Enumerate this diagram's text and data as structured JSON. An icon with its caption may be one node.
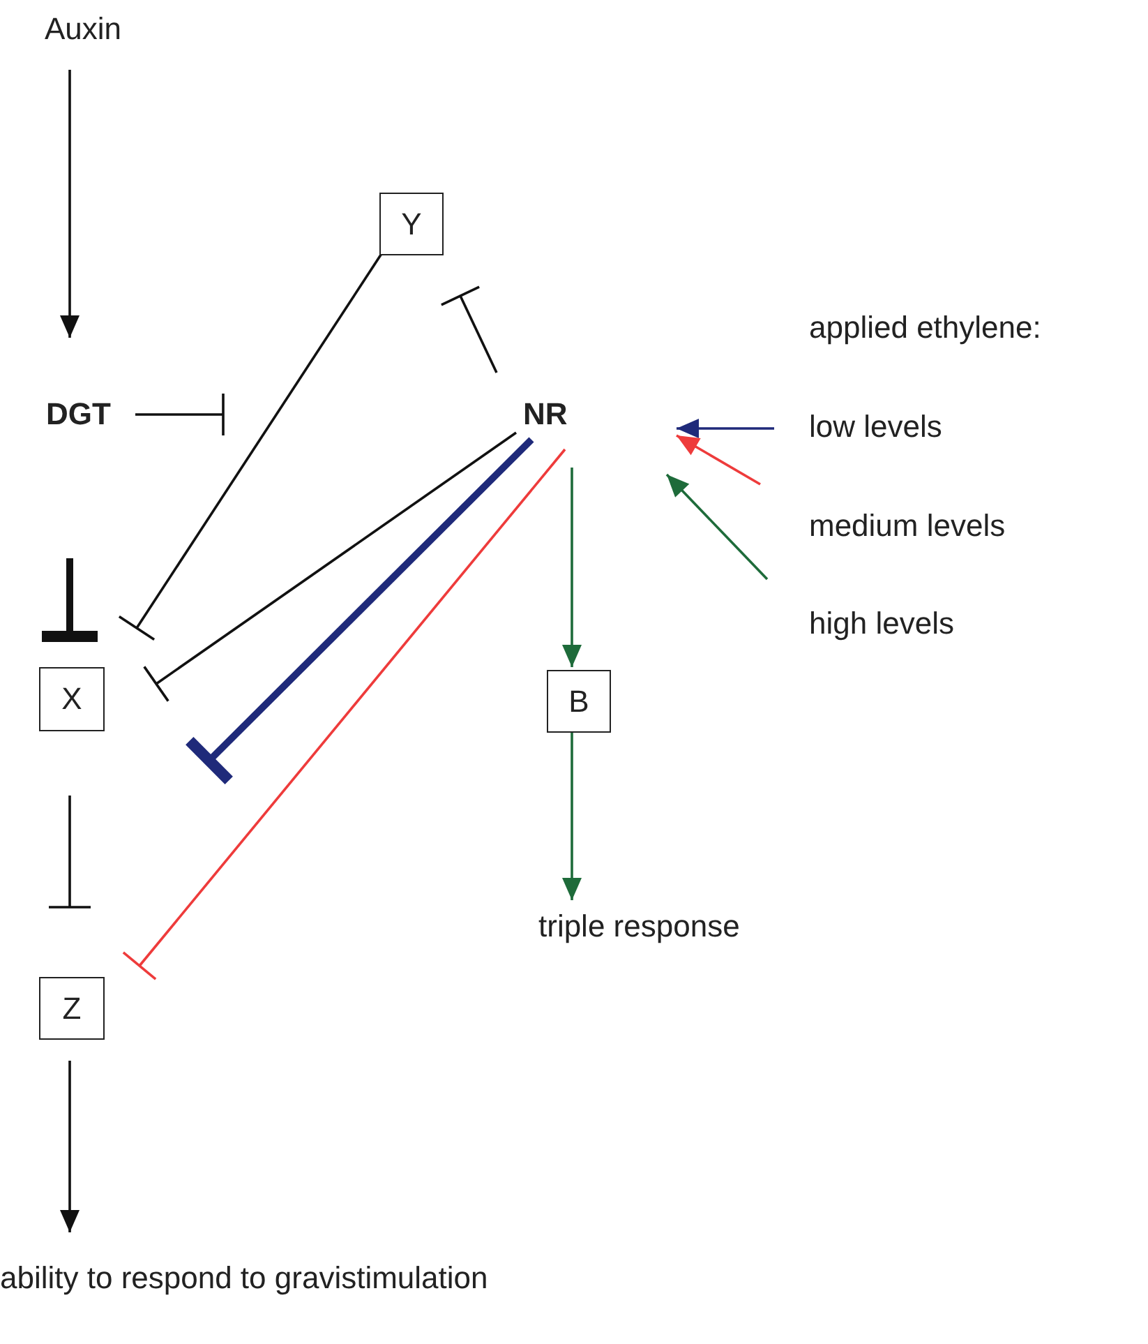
{
  "diagram": {
    "nodes": [
      {
        "text": [
          "Auxin"
        ]
      },
      {
        "text": [
          "DGT"
        ]
      },
      {
        "text": [
          "X"
        ]
      },
      {
        "text": [
          "Z"
        ]
      },
      {
        "text": [
          "ability to respond to gravistimulation"
        ]
      },
      {
        "text": [
          "Y"
        ]
      },
      {
        "text": [
          "NR"
        ]
      },
      {
        "text": [
          "B"
        ]
      },
      {
        "text": [
          "triple response"
        ]
      },
      {
        "text": [
          "low levels"
        ]
      },
      {
        "text": [
          "medium levels"
        ]
      },
      {
        "text": [
          "high levels"
        ]
      }
    ],
    "edges": [
      {
        "from": 0,
        "to": 1,
        "arrow": "to"
      },
      {
        "from": 1,
        "to": null,
        "arrow": "other"
      },
      {
        "from": null,
        "to": 2,
        "arrow": "other",
        "style": "thick"
      },
      {
        "from": 5,
        "to": 2,
        "arrow": "other"
      },
      {
        "from": 6,
        "to": 5,
        "arrow": "other"
      },
      {
        "from": 6,
        "to": 2,
        "arrow": "other"
      },
      {
        "from": 6,
        "to": 2,
        "arrow": "other",
        "style": "thick",
        "color": "#1f2a7a"
      },
      {
        "from": 6,
        "to": 3,
        "arrow": "other",
        "color": "#ee3b3b"
      },
      {
        "from": 6,
        "to": 7,
        "arrow": "to",
        "color": "#1e6b3a"
      },
      {
        "from": 7,
        "to": 8,
        "arrow": "to",
        "color": "#1e6b3a"
      },
      {
        "from": 2,
        "to": 3,
        "arrow": "other"
      },
      {
        "from": 3,
        "to": 4,
        "arrow": "to"
      },
      {
        "from": 9,
        "to": 6,
        "arrow": "to",
        "color": "#1f2a7a"
      },
      {
        "from": 10,
        "to": 6,
        "arrow": "to",
        "color": "#ee3b3b"
      },
      {
        "from": 11,
        "to": 6,
        "arrow": "to",
        "color": "#1e6b3a"
      }
    ],
    "labels": [
      "applied ethylene:"
    ]
  }
}
